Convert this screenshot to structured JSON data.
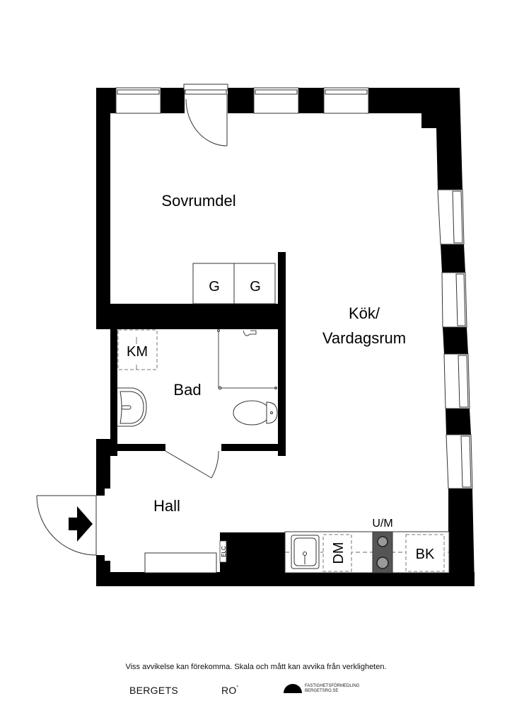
{
  "floorplan": {
    "rooms": [
      {
        "id": "sovrumdel",
        "label": "Sovrumdel"
      },
      {
        "id": "kok-vardagsrum",
        "label_line1": "Kök/",
        "label_line2": "Vardagsrum"
      },
      {
        "id": "bad",
        "label": "Bad"
      },
      {
        "id": "hall",
        "label": "Hall"
      }
    ],
    "fixtures": {
      "wardrobe_1": "G",
      "wardrobe_2": "G",
      "washing_machine": "KM",
      "dishwasher": "DM",
      "fridge_freezer": "BK",
      "stove_oven": "U/M",
      "electrical_panel": "ELC"
    },
    "colors": {
      "wall": "#000000",
      "line": "#333333",
      "stove": "#555555",
      "background": "#ffffff"
    }
  },
  "footer": {
    "disclaimer": "Viss avvikelse kan förekomma. Skala och mått kan avvika från verkligheten.",
    "brand_left": "BERGETS",
    "brand_right": "RO",
    "brand_mark": "˚",
    "logo_line1": "FASTIGHETSFÖRMEDLING",
    "logo_line2": "BERGETSRO.SE"
  }
}
